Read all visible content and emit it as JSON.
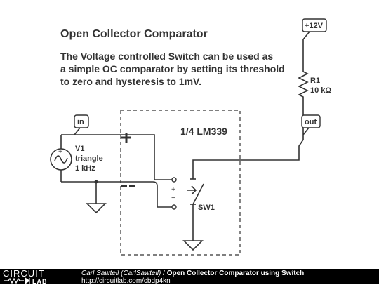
{
  "title": "Open Collector Comparator",
  "description": {
    "line1": "The Voltage controlled Switch can be used as",
    "line2": "a simple OC comparator by setting its threshold",
    "line3": "to zero and hysteresis to 1mV."
  },
  "labels": {
    "supply": "+12V",
    "in": "in",
    "out": "out",
    "r1_name": "R1",
    "r1_value": "10 kΩ",
    "v1_name": "V1",
    "v1_type": "triangle",
    "v1_freq": "1 kHz",
    "ic_box": "1/4 LM339",
    "sw1": "SW1",
    "plus": "+",
    "minus": "−"
  },
  "footer": {
    "logo_top": "CIRCUIT",
    "logo_bottom": "LAB",
    "author": "Carl Sawtell (CarlSawtell)",
    "separator": " / ",
    "title": "Open Collector Comparator using Switch",
    "url": "http://circuitlab.com/cbdp4kn"
  },
  "colors": {
    "ink": "#333333",
    "footer_bg": "#000000",
    "footer_text": "#ffffff"
  }
}
